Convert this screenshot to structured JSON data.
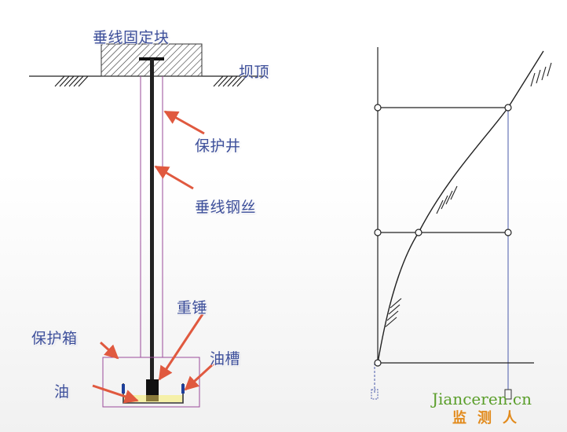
{
  "labels": {
    "fixed_block": "垂线固定块",
    "dam_crest": "坝顶",
    "protection_well": "保护井",
    "plumb_wire": "垂线钢丝",
    "weight": "重锤",
    "protection_box": "保护箱",
    "oil_tank": "油槽",
    "oil": "油"
  },
  "watermark": {
    "latin": "Jianceren.cn",
    "chinese": "监测人"
  },
  "colors": {
    "label": "#3d4f9a",
    "arrow": "#e0593f",
    "well_line": "#9a4a9a",
    "oil": "#f5f0a8",
    "wire": "#222222",
    "watermark_green": "#5a9e2a",
    "watermark_orange": "#e28a1b"
  }
}
